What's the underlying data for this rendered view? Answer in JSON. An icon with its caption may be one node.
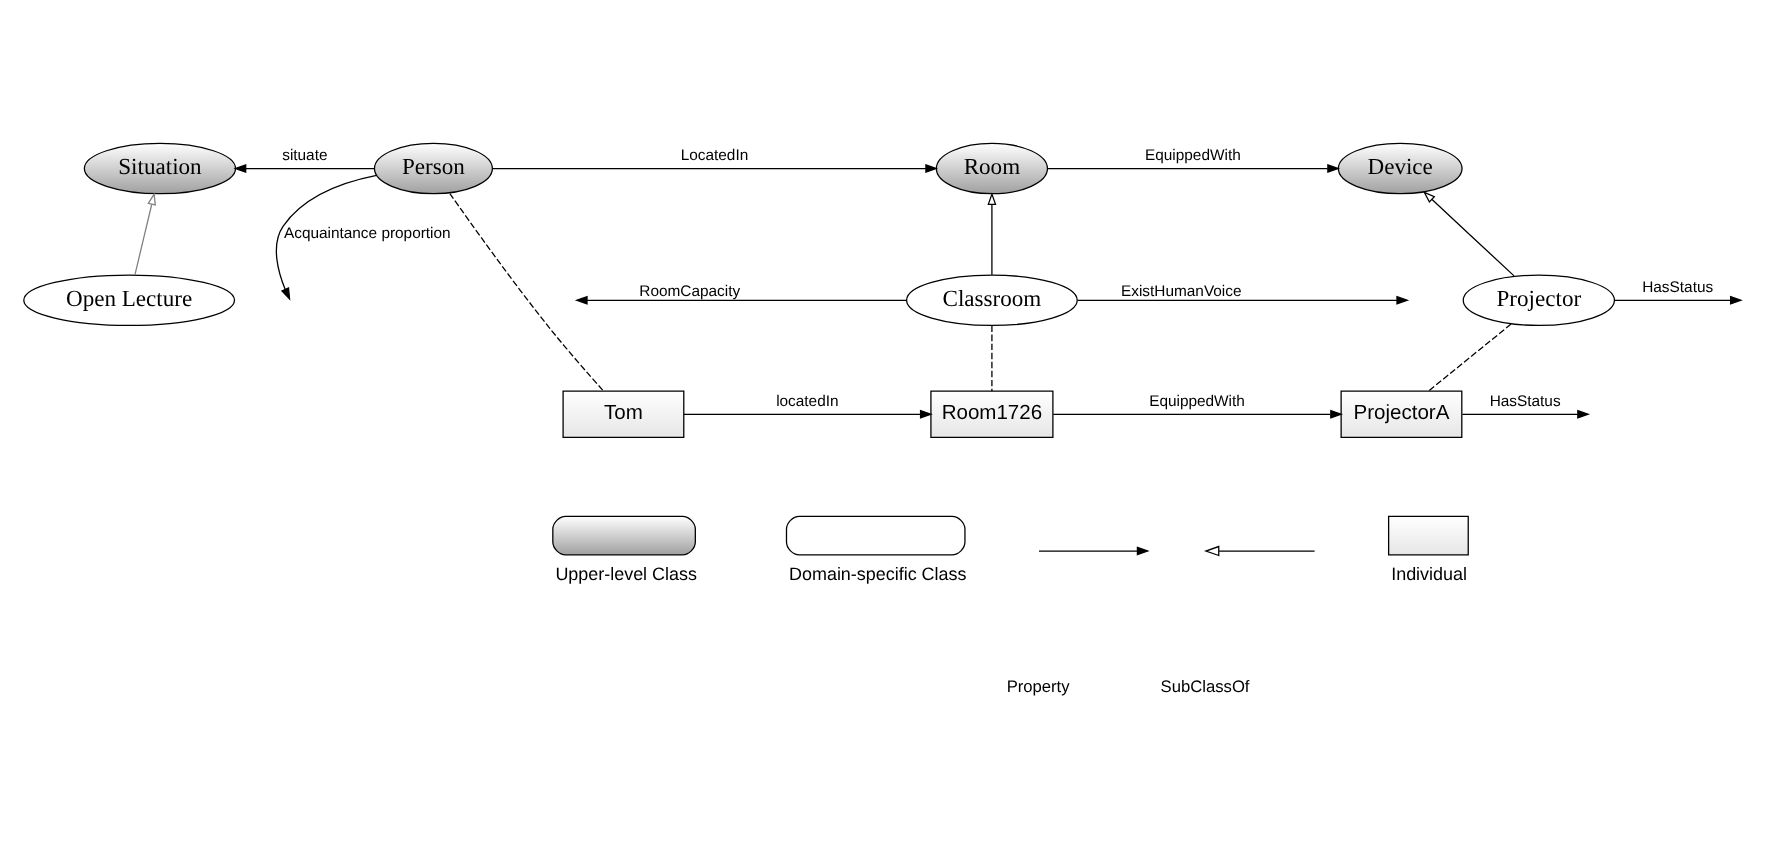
{
  "diagram": {
    "nodes": [
      {
        "text": [
          "Situation"
        ]
      },
      {
        "text": [
          "Person"
        ]
      },
      {
        "text": [
          "Room"
        ]
      },
      {
        "text": [
          "Device"
        ]
      },
      {
        "text": [
          "Open Lecture"
        ]
      },
      {
        "text": [
          "Classroom"
        ]
      },
      {
        "text": [
          "Projector"
        ]
      },
      {
        "text": [
          "Tom"
        ]
      },
      {
        "text": [
          "Room1726"
        ]
      },
      {
        "text": [
          "ProjectorA"
        ]
      }
    ],
    "edges": [
      {
        "from": 1,
        "to": 0,
        "label": "situate",
        "arrow": "to"
      },
      {
        "from": 1,
        "to": 2,
        "label": "LocatedIn",
        "arrow": "to"
      },
      {
        "from": 2,
        "to": 3,
        "label": "EquippedWith",
        "arrow": "to"
      },
      {
        "from": 4,
        "to": 0,
        "arrow": "to",
        "color": "#808080"
      },
      {
        "from": 5,
        "to": 2,
        "arrow": "to"
      },
      {
        "from": 6,
        "to": 3,
        "arrow": "to"
      },
      {
        "from": 1,
        "to": null,
        "label": "Acquaintance proportion",
        "arrow": "to"
      },
      {
        "from": 5,
        "to": null,
        "label": "RoomCapacity",
        "arrow": "to"
      },
      {
        "from": 5,
        "to": null,
        "label": "ExistHumanVoice",
        "arrow": "to"
      },
      {
        "from": 6,
        "to": null,
        "label": "HasStatus",
        "arrow": "to"
      },
      {
        "from": 7,
        "to": 1,
        "arrow": "none",
        "style": "dashed"
      },
      {
        "from": 8,
        "to": 5,
        "arrow": "none",
        "style": "dashed"
      },
      {
        "from": 9,
        "to": 6,
        "arrow": "none",
        "style": "dashed"
      },
      {
        "from": 7,
        "to": 8,
        "label": "locatedIn",
        "arrow": "to"
      },
      {
        "from": 8,
        "to": 9,
        "label": "EquippedWith",
        "arrow": "to"
      },
      {
        "from": 9,
        "to": null,
        "label": "HasStatus",
        "arrow": "to"
      }
    ],
    "legend": [
      {
        "text": "Upper-level Class"
      },
      {
        "text": "Domain-specific Class"
      },
      {
        "text": "Property"
      },
      {
        "text": "SubClassOf"
      },
      {
        "text": "Individual"
      }
    ]
  }
}
